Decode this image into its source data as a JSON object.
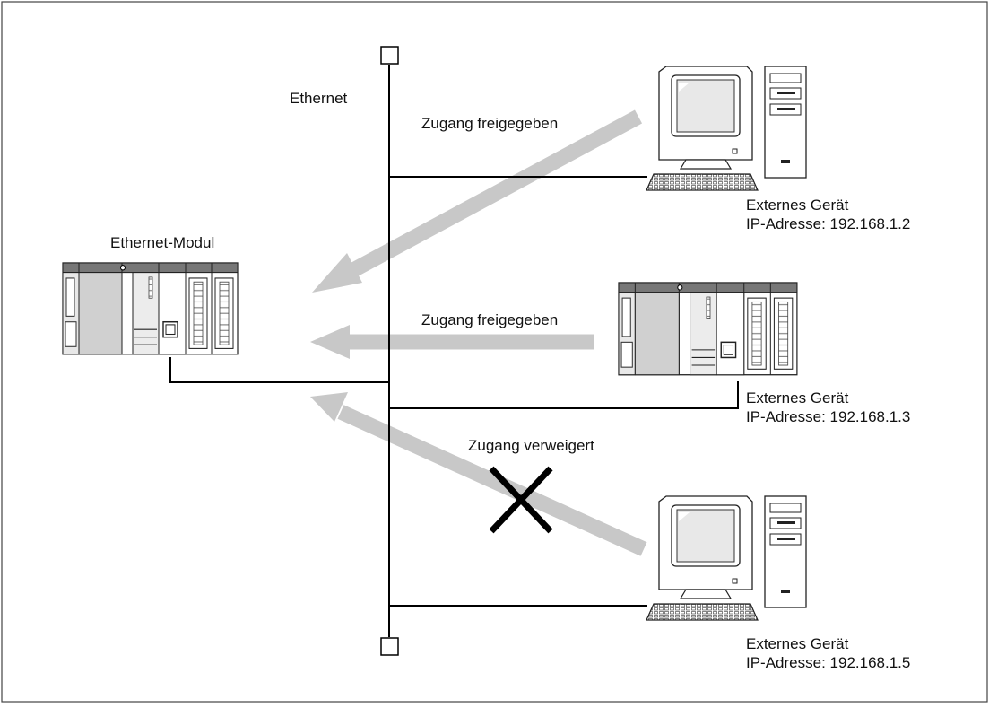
{
  "network": {
    "label": "Ethernet"
  },
  "module": {
    "label": "Ethernet-Modul"
  },
  "devices": [
    {
      "title": "Externes Gerät",
      "ip": "IP-Adresse: 192.168.1.2"
    },
    {
      "title": "Externes Gerät",
      "ip": "IP-Adresse: 192.168.1.3"
    },
    {
      "title": "Externes Gerät",
      "ip": "IP-Adresse: 192.168.1.5"
    }
  ],
  "access": [
    {
      "text": "Zugang freigegeben",
      "allowed": true
    },
    {
      "text": "Zugang freigegeben",
      "allowed": true
    },
    {
      "text": "Zugang verweigert",
      "allowed": false
    }
  ],
  "colors": {
    "arrow": "#c8c8c8",
    "line": "#000000",
    "deny_mark": "#000000"
  }
}
